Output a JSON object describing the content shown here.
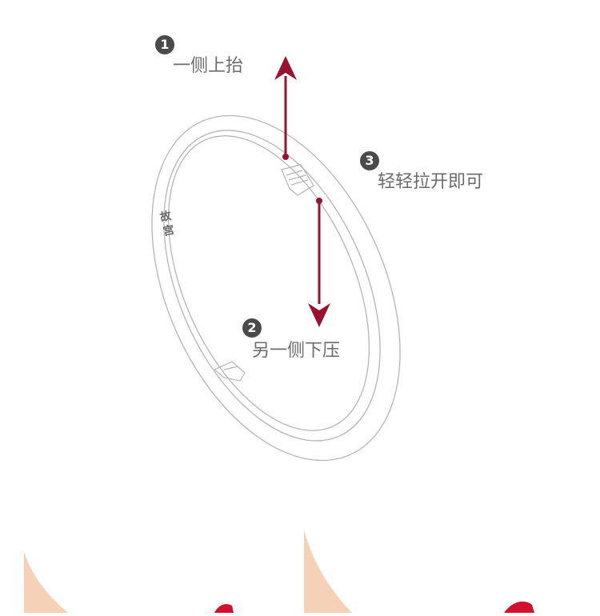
{
  "colors": {
    "arrow": "#9a1230",
    "bangle_outline": "#b5b5b5",
    "badge": "#4a4a4a",
    "text": "#6b6b6b",
    "skin": "#f5d2b7",
    "accent_red": "#d3112e"
  },
  "steps": [
    {
      "number": "1",
      "label": "一侧上抬"
    },
    {
      "number": "2",
      "label": "另一侧下压"
    },
    {
      "number": "3",
      "label": "轻轻拉开即可"
    }
  ],
  "bangle": {
    "engraving": "故宫"
  }
}
